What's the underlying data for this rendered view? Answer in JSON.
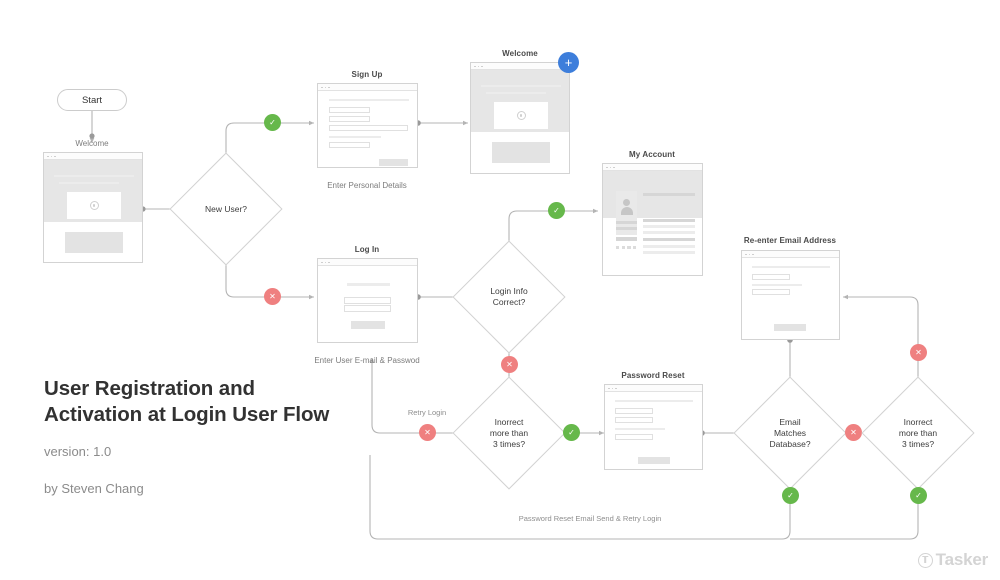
{
  "title": {
    "heading_line1": "User Registration and",
    "heading_line2": "Activation at Login User Flow",
    "version": "version: 1.0",
    "author": "by Steven Chang"
  },
  "logo": {
    "word": "Tasker",
    "mark": "tasker-emblem-icon"
  },
  "nodes": {
    "start": {
      "label": "Start",
      "type": "terminator"
    },
    "welcome_caption": "Welcome",
    "new_user": {
      "label": "New User?",
      "type": "decision"
    },
    "login_info": {
      "label": "Login Info\nCorrect?",
      "type": "decision"
    },
    "incorrect_1": {
      "label": "Inorrect\nmore than\n3 times?",
      "type": "decision"
    },
    "email_matches": {
      "label": "Email\nMatches\nDatabase?",
      "type": "decision"
    },
    "incorrect_2": {
      "label": "Inorrect\nmore than\n3 times?",
      "type": "decision"
    }
  },
  "screens": [
    {
      "id": "welcome-start",
      "title": "",
      "caption": "",
      "kind": "welcome"
    },
    {
      "id": "sign-up",
      "title": "Sign Up",
      "caption": "Enter Personal Details",
      "kind": "form"
    },
    {
      "id": "welcome",
      "title": "Welcome",
      "caption": "",
      "kind": "welcome"
    },
    {
      "id": "my-account",
      "title": "My Account",
      "caption": "",
      "kind": "account"
    },
    {
      "id": "log-in",
      "title": "Log In",
      "caption": "Enter User E-mail & Passwod",
      "kind": "login"
    },
    {
      "id": "re-enter-email",
      "title": "Re-enter Email Address",
      "caption": "",
      "kind": "form"
    },
    {
      "id": "password-reset",
      "title": "Password Reset",
      "caption": "",
      "kind": "form"
    }
  ],
  "edge_labels": {
    "retry_login": "Retry Login",
    "password_reset_email": "Password Reset Email Send & Retry Login"
  },
  "badges": {
    "yes_symbol": "✓",
    "no_symbol": "✕",
    "add_symbol": "+"
  },
  "colors": {
    "yes": "#66b84b",
    "no": "#ef8080",
    "add": "#3d7edb",
    "connector": "#b4b4b4",
    "text": "#3d3d3d",
    "muted": "#8b8b8b",
    "logo": "#d4d4d4"
  }
}
